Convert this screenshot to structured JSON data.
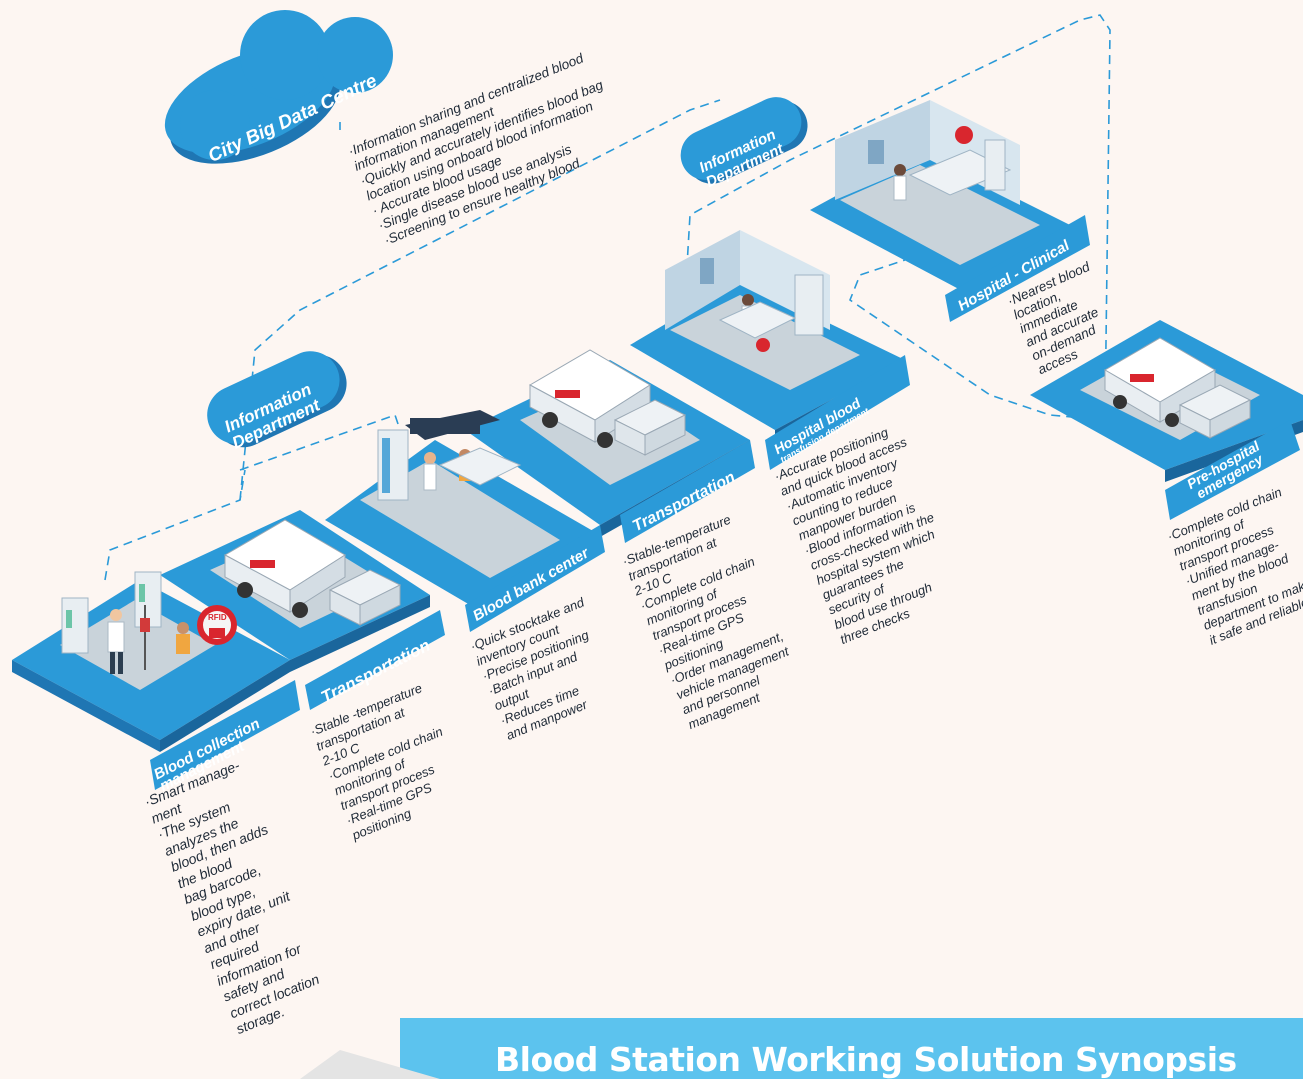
{
  "cloud": {
    "label": "City Big Data Centre"
  },
  "info_dept_left": {
    "label": [
      "Information",
      "Department"
    ]
  },
  "info_dept_right": {
    "label": [
      "Information",
      "Department"
    ]
  },
  "cloud_desc": [
    "·Information sharing and centralized blood",
    "information management",
    "·Quickly and accurately identifies blood bag",
    "location using onboard blood information",
    "· Accurate blood usage",
    "·Single disease blood use analysis",
    "·Screening to ensure healthy blood"
  ],
  "stations": [
    {
      "id": "blood-collection",
      "title": [
        "Blood collection",
        "management"
      ],
      "desc": [
        "·Smart manage-",
        "ment",
        "·The system",
        "analyzes the",
        "blood, then adds",
        "the blood",
        "bag barcode,",
        "blood type,",
        "expiry date, unit",
        "and other",
        "required",
        "information for",
        "safety and",
        "correct location",
        "storage."
      ]
    },
    {
      "id": "transportation-1",
      "title": [
        "Transportation"
      ],
      "desc": [
        "·Stable -temperature",
        "transportation at",
        "2-10 C",
        "·Complete cold chain",
        "monitoring of",
        "transport process",
        "·Real-time GPS",
        "positioning"
      ]
    },
    {
      "id": "blood-bank",
      "title": [
        "Blood bank center"
      ],
      "desc": [
        "·Quick stocktake and",
        "inventory count",
        "·Precise positioning",
        "·Batch input and",
        "output",
        "·Reduces time",
        "and manpower"
      ]
    },
    {
      "id": "transportation-2",
      "title": [
        "Transportation"
      ],
      "desc": [
        "·Stable-temperature",
        "transportation at",
        "2-10 C",
        "·Complete cold chain",
        "monitoring of",
        "transport process",
        "·Real-time GPS",
        "positioning",
        "·Order management,",
        "vehicle management",
        "and personnel",
        "management"
      ]
    },
    {
      "id": "transfusion",
      "title": [
        "Hospital blood",
        "transfusion department"
      ],
      "desc": [
        "·Accurate positioning",
        "and quick blood access",
        "·Automatic inventory",
        "counting to reduce",
        "manpower burden",
        "·Blood information is",
        "cross-checked with the",
        "hospital system which",
        "guarantees the",
        "security of",
        "blood use through",
        "three checks"
      ]
    },
    {
      "id": "clinical",
      "title": [
        "Hospital - Clinical"
      ],
      "desc": [
        "·Nearest blood",
        "location,",
        "immediate",
        "and accurate",
        "on-demand",
        "access"
      ]
    },
    {
      "id": "pre-hospital",
      "title": [
        "Pre-hospital",
        "emergency"
      ],
      "desc": [
        "·Complete cold chain",
        "monitoring of",
        "transport process",
        "·Unified manage-",
        "ment by the blood",
        "transfusion",
        "department to make",
        "it safe and reliable"
      ]
    }
  ],
  "rfid_label": "RFID",
  "footer": {
    "title": "Blood Station Working Solution Synopsis"
  },
  "colors": {
    "blue": "#2b9ad8",
    "blue_dark": "#1f76b3",
    "light_blue": "#5cc3ee",
    "background": "#fdf6f2",
    "dash": "#2b9ad8"
  }
}
